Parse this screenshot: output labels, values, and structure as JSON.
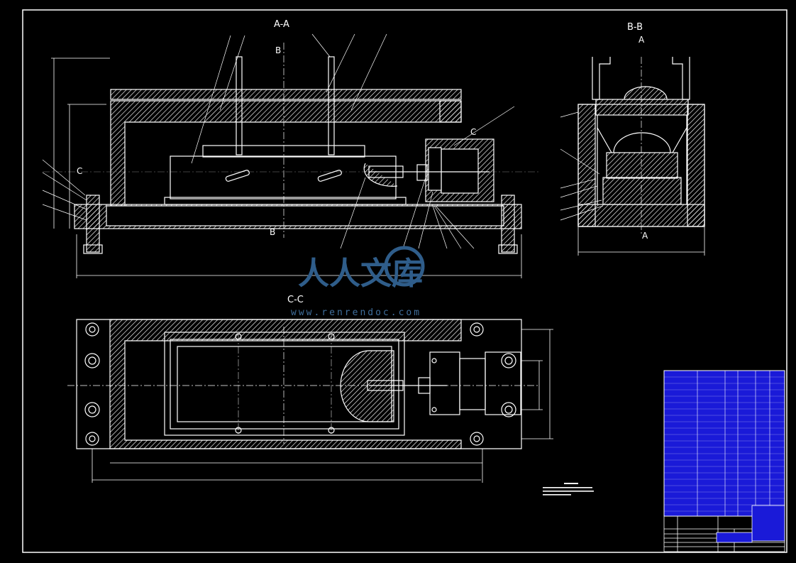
{
  "views": {
    "aa": {
      "title": "A-A"
    },
    "bb": {
      "title": "B-B"
    },
    "cc": {
      "title": "C-C"
    }
  },
  "section_marks": {
    "b_top": "B",
    "b_bottom": "B",
    "a_top": "A",
    "a_bottom": "A",
    "c_left": "C",
    "c_right": "C"
  },
  "watermark": {
    "brand": "人人文库",
    "url": "www.renrendoc.com"
  },
  "colors": {
    "background": "#000000",
    "lines": "#ffffff",
    "table_fill": "#1a1ad8",
    "watermark": "#2f5d8a"
  }
}
